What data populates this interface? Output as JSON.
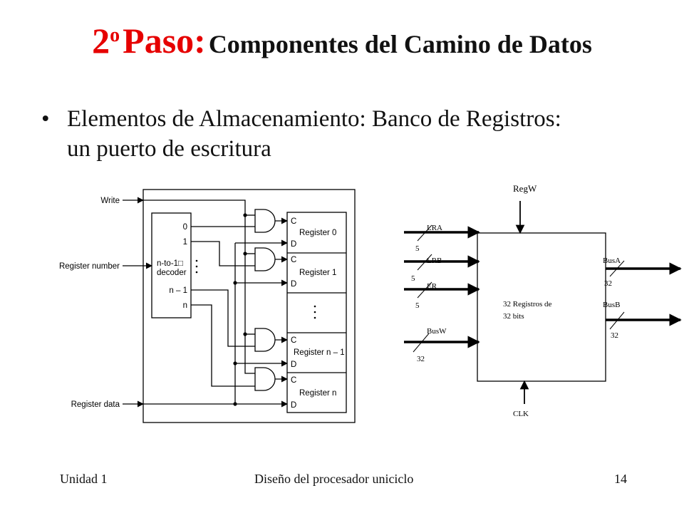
{
  "slide": {
    "title_number": "2",
    "title_superscript": "o",
    "title_word": "Paso:",
    "title_subtitle": "Componentes del Camino de Datos",
    "bullet_symbol": "•",
    "bullet_line1": "Elementos de Almacenamiento: Banco de Registros:",
    "bullet_line2": "un puerto de escritura"
  },
  "left_diagram": {
    "write_label": "Write",
    "register_number_label": "Register number",
    "register_data_label": "Register data",
    "decoder_outputs": [
      "0",
      "1",
      "n – 1",
      "n"
    ],
    "decoder_line1": "n-to-1",
    "decoder_line2": "decoder",
    "decoder_box_glyph": "□",
    "registers": [
      {
        "c": "C",
        "name": "Register 0",
        "d": "D"
      },
      {
        "c": "C",
        "name": "Register 1",
        "d": "D"
      },
      {
        "c": "C",
        "name": "Register n – 1",
        "d": "D"
      },
      {
        "c": "C",
        "name": "Register n",
        "d": "D"
      }
    ]
  },
  "right_diagram": {
    "regw": "RegW",
    "clk": "CLK",
    "lra": "LRA",
    "lrb": "LRB",
    "er": "ER",
    "busw": "BusW",
    "busa": "BusA",
    "busb": "BusB",
    "box_line1": "32 Registros de",
    "box_line2": "32 bits",
    "width_lra": "5",
    "width_lrb": "5",
    "width_er": "5",
    "width_busw": "32",
    "width_busa": "32",
    "width_busb": "32"
  },
  "footer": {
    "left": "Unidad 1",
    "center": "Diseño del procesador uniciclo",
    "right": "14"
  }
}
